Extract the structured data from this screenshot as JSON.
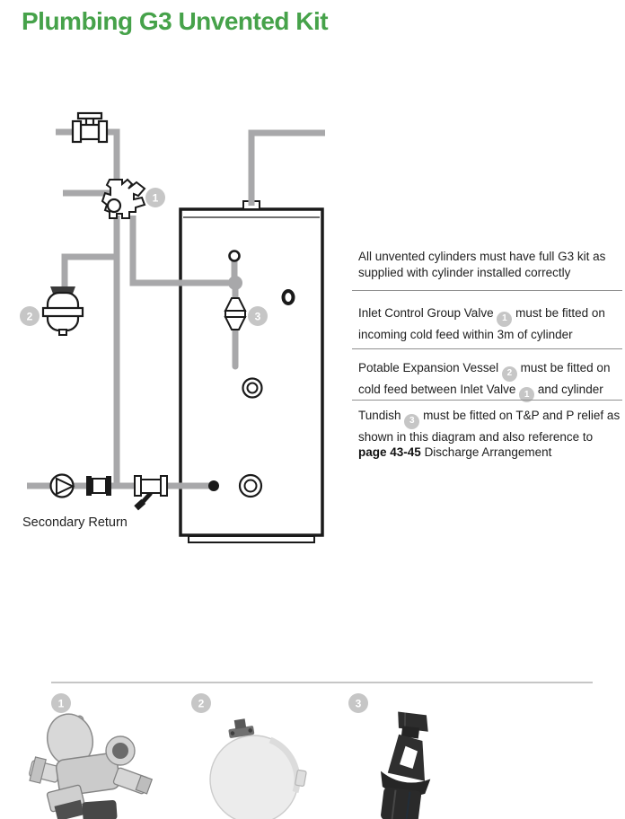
{
  "title": "Plumbing G3 Unvented Kit",
  "colors": {
    "title_green": "#46a24a",
    "pipe_gray": "#a8a8aa",
    "badge_gray": "#c6c6c6",
    "divider_gray": "#909090",
    "outline_black": "#1a1a1a",
    "text_dark": "#202020"
  },
  "badges": {
    "n1": "1",
    "n2": "2",
    "n3": "3"
  },
  "diagram": {
    "secondary_return_label": "Secondary Return"
  },
  "notes": [
    {
      "segments": [
        {
          "type": "text",
          "value": "All unvented cylinders must have full G3 kit as supplied with cylinder installed correctly"
        }
      ]
    },
    {
      "segments": [
        {
          "type": "text",
          "value": "Inlet Control Group Valve"
        },
        {
          "type": "badge",
          "value": "1"
        },
        {
          "type": "text",
          "value": "must be fitted on incoming cold feed within 3m of cylinder"
        }
      ]
    },
    {
      "segments": [
        {
          "type": "text",
          "value": "Potable Expansion Vessel"
        },
        {
          "type": "badge",
          "value": "2"
        },
        {
          "type": "text",
          "value": "must be fitted on cold feed between Inlet Valve"
        },
        {
          "type": "badge",
          "value": "1"
        },
        {
          "type": "text",
          "value": "and cylinder"
        }
      ]
    },
    {
      "segments": [
        {
          "type": "text",
          "value": "Tundish"
        },
        {
          "type": "badge",
          "value": "3"
        },
        {
          "type": "text",
          "value": "must be fitted on T&P and P relief as shown in this diagram and also reference to"
        },
        {
          "type": "bold",
          "value": "page 43-45"
        },
        {
          "type": "text",
          "value": "Discharge Arrangement"
        }
      ]
    }
  ],
  "bottom": {
    "badges": [
      "1",
      "2",
      "3"
    ]
  }
}
